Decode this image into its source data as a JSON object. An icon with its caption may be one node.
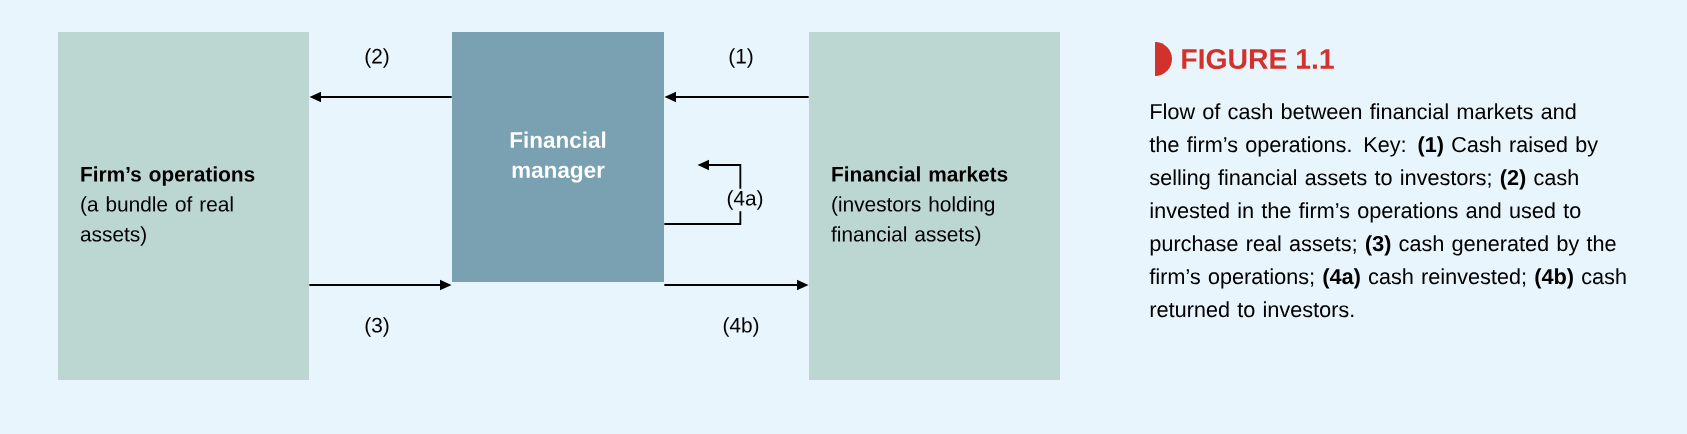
{
  "diagram": {
    "title": "FIGURE 1.1",
    "caption": "Flow of cash between financial markets and the firm’s operations. Key: **(1)** Cash raised by selling financial assets to investors; **(2)** cash invested in the firm’s operations and used to purchase real assets; **(3)** cash generated by the firm’s operations; **(4a)** cash reinvested; **(4b)** cash returned to investors.",
    "nodes": [
      {
        "text": [
          "Firm’s operations",
          "(a bundle of real assets)"
        ]
      },
      {
        "text": [
          "Financial manager"
        ]
      },
      {
        "text": [
          "Financial markets",
          "(investors holding financial assets)"
        ]
      }
    ],
    "edges": [
      {
        "from": 1,
        "to": 0,
        "arrow": "to",
        "label": "(2)"
      },
      {
        "from": 2,
        "to": 1,
        "arrow": "to",
        "label": "(1)"
      },
      {
        "from": 1,
        "to": 1,
        "arrow": "to",
        "label": "(4a)"
      },
      {
        "from": 0,
        "to": 1,
        "arrow": "to",
        "label": "(3)"
      },
      {
        "from": 1,
        "to": 2,
        "arrow": "to",
        "label": "(4b)"
      }
    ]
  }
}
